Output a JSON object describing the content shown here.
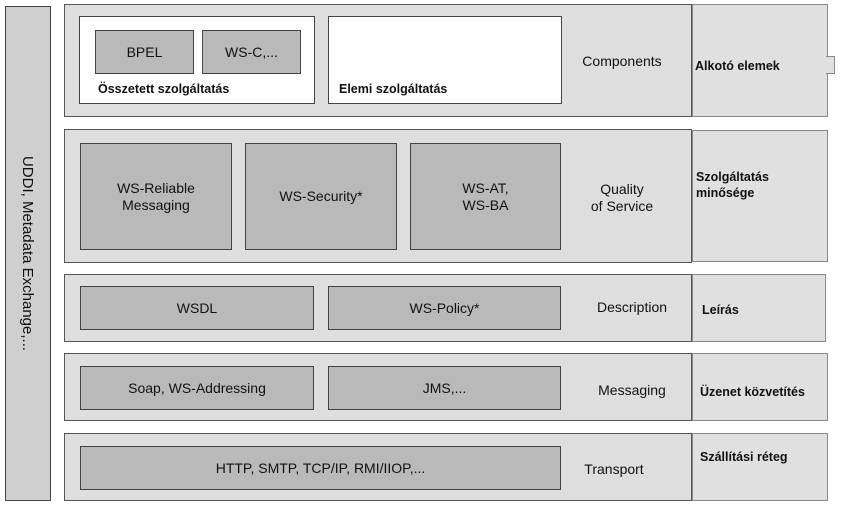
{
  "side": {
    "label": "UDDI, Metadata Exchange,..."
  },
  "layers": {
    "components": {
      "label": "Components",
      "composite": {
        "caption": "Összetett szolgáltatás",
        "items": [
          "BPEL",
          "WS-C,..."
        ]
      },
      "elementary": {
        "caption": "Elemi szolgáltatás"
      }
    },
    "qos": {
      "label_line1": "Quality",
      "label_line2": "of Service",
      "items": [
        {
          "line1": "WS-Reliable",
          "line2": "Messaging"
        },
        {
          "line1": "WS-Security*",
          "line2": ""
        },
        {
          "line1": "WS-AT,",
          "line2": "WS-BA"
        }
      ]
    },
    "description": {
      "label": "Description",
      "items": [
        "WSDL",
        "WS-Policy*"
      ]
    },
    "messaging": {
      "label": "Messaging",
      "items": [
        "Soap, WS-Addressing",
        "JMS,..."
      ]
    },
    "transport": {
      "label": "Transport",
      "items": [
        "HTTP, SMTP, TCP/IP, RMI/IIOP,..."
      ]
    }
  },
  "hungarian": {
    "components": "Alkotó elemek",
    "qos_line1": "Szolgáltatás",
    "qos_line2": "minősége",
    "description": "Leírás",
    "messaging": "Üzenet közvetítés",
    "transport": "Szállítási réteg"
  }
}
